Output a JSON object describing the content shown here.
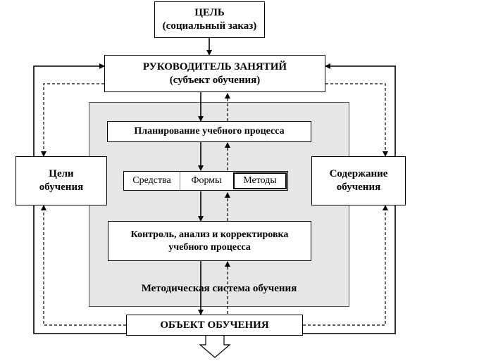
{
  "goal": {
    "line1": "ЦЕЛЬ",
    "line2": "(социальный заказ)"
  },
  "teacher": {
    "line1": "РУКОВОДИТЕЛЬ ЗАНЯТИЙ",
    "line2": "(субъект обучения)"
  },
  "planning": {
    "label": "Планирование учебного процесса"
  },
  "means": {
    "tools": "Средства",
    "forms": "Формы",
    "methods": "Методы"
  },
  "control": {
    "line1": "Контроль, анализ и корректировка",
    "line2": "учебного процесса"
  },
  "method_system": {
    "label": "Методическая система обучения"
  },
  "goals_learning": {
    "line1": "Цели",
    "line2": "обучения"
  },
  "content": {
    "line1": "Содержание",
    "line2": "обучения"
  },
  "object": {
    "label": "ОБЪЕКТ ОБУЧЕНИЯ"
  }
}
